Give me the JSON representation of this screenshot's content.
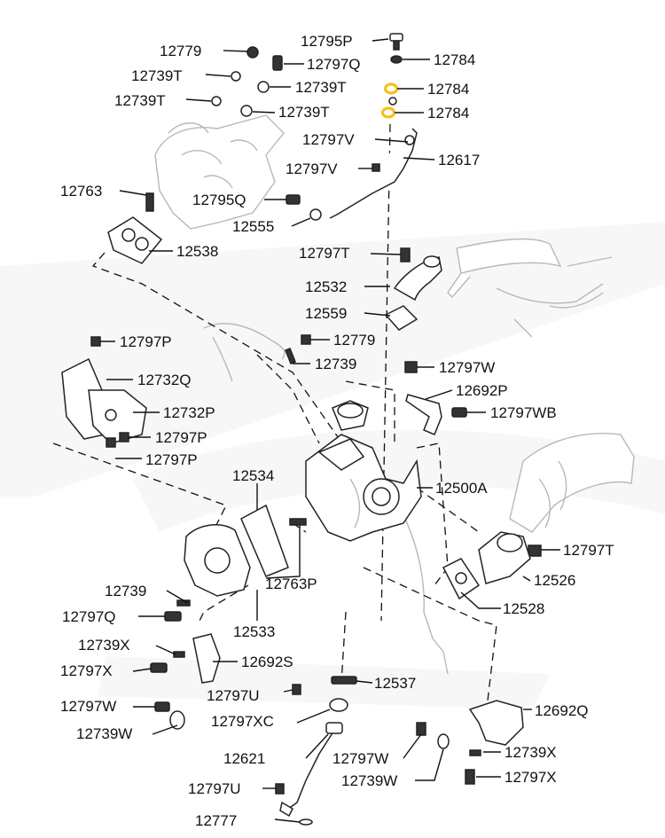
{
  "diagram": {
    "highlight_color": "#f2c21a",
    "line_color": "#111111",
    "ghost_color": "#b8b8b8",
    "labels": [
      "12779",
      "12739T",
      "12739T",
      "12797Q",
      "12739T",
      "12739T",
      "12795P",
      "12784",
      "12784",
      "12784",
      "12797V",
      "12617",
      "12797V",
      "12763",
      "12795Q",
      "12555",
      "12538",
      "12797T",
      "12532",
      "12559",
      "12797P",
      "12779",
      "12739",
      "12732Q",
      "12797W",
      "12692P",
      "12732P",
      "12797WB",
      "12797P",
      "12797P",
      "12534",
      "12500A",
      "12797T",
      "12526",
      "12763P",
      "12739",
      "12528",
      "12797Q",
      "12533",
      "12739X",
      "12692S",
      "12797X",
      "12537",
      "12797U",
      "12692Q",
      "12797W",
      "12797XC",
      "12739W",
      "12621",
      "12797W",
      "12739X",
      "12739W",
      "12797X",
      "12797U",
      "12777"
    ]
  }
}
